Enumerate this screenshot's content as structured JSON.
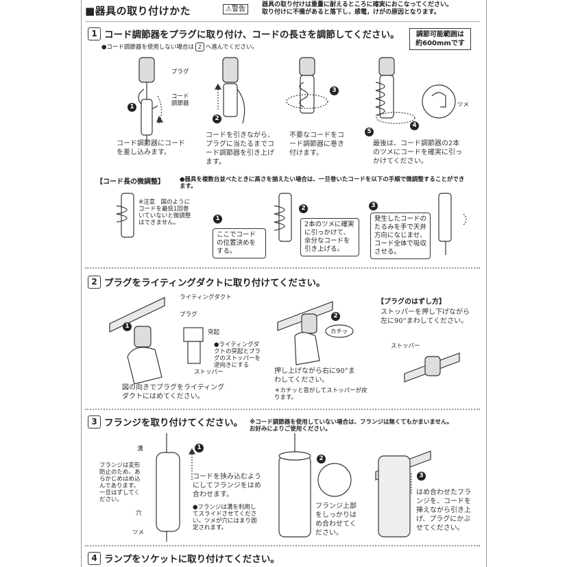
{
  "header": {
    "title": "■器具の取り付けかた",
    "warning_badge": "⚠警告",
    "warning_line1": "器具の取り付けは重量に耐えるところに確実におこなってください。",
    "warning_line2": "取り付けに不備があると落下し，感電，けがの原因となります。"
  },
  "step1": {
    "number": "1",
    "heading": "コード調節器をプラグに取り付け、コードの長さを調節してください。",
    "note": "●コード調節器を使用しない場合は",
    "note_num": "2",
    "note_end": "へ進んでください。",
    "range_line1": "調節可能範囲は",
    "range_line2": "約600mmです",
    "label_plug": "プラグ",
    "label_adjuster": "コード調節器",
    "label_tab": "ツメ",
    "fig_num1": "1",
    "fig_num2": "2",
    "fig_num3": "3",
    "fig_num4": "4",
    "fig_num5": "5",
    "cap1": "コード調節器にコードを差し込みます。",
    "cap2": "コードを引きながら、プラグに当たるまでコード調節器を引き上げます。",
    "cap3": "不要なコードをコード調節器に巻き付けます。",
    "cap4": "最後は、コード調節器の2本のツメにコードを確実に引っかけてください。"
  },
  "fine_adjust": {
    "heading": "【コード長の微調整】",
    "note": "●器具を複数台並べたときに高さを揃えたい場合は、一旦巻いたコードを以下の手順で微調整することができます。",
    "caution": "※注意　図のようにコードを最低1回巻いていないと微調整はできません。",
    "num1": "1",
    "num2": "2",
    "num3": "3",
    "box1": "ここでコードの位置決めをする。",
    "box2": "2本のツメに確実に引っかけて、余分なコードを引き上げる。",
    "box3": "発生したコードのたるみを手で天井方向になじませ、コード全体で吸収させる。"
  },
  "step2": {
    "number": "2",
    "heading": "プラグをライティングダクトに取り付けてください。",
    "label_duct": "ライティングダクト",
    "label_plug": "プラグ",
    "label_protrusion": "突起",
    "label_stopper": "ストッパー",
    "protrusion_note": "●ライティングダクトの突起とプラグのストッパーを逆向きにする",
    "num1": "1",
    "num2": "2",
    "click": "カチッ",
    "cap1": "図の向きでプラグをライティングダクトにはめてください。",
    "cap2": "押し上げながら右に90°まわしてください。",
    "cap2_note": "＊カチッと音がしてストッパーが戻ります。",
    "remove_heading": "【プラグのはずし方】",
    "remove_text": "ストッパーを押し下げながら左に90°まわしてください。",
    "remove_stopper": "ストッパー"
  },
  "step3": {
    "number": "3",
    "heading": "フランジを取り付けてください。",
    "note_line1": "※コード調節器を使用していない場合は、フランジは無くてもかまいません。",
    "note_line2": "お好みによりご使用ください。",
    "label_groove": "溝",
    "label_hole": "穴",
    "label_tab": "ツメ",
    "side_note": "フランジは変形防止のため、あらかじめはめ込んであります。一旦はずしてください。",
    "num1": "1",
    "num2": "2",
    "num3": "3",
    "cap1": "コードを挟み込むようにしてフランジをはめ合わせます。",
    "cap1_note": "●フランジは溝を利用してスライドさせてください。ツメが穴にはまり固定されます。",
    "cap2": "フランジ上部をしっかりはめ合わせてください。",
    "cap3": "はめ合わせたフランジを、コードを挿えながら引き上げ、プラグにかぶせてください。"
  },
  "step4": {
    "number": "4",
    "heading": "ランプをソケットに取り付けてください。"
  }
}
